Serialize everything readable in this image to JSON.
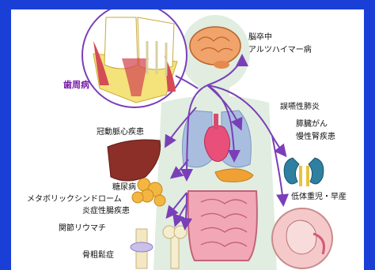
{
  "labels": {
    "periodontal": "歯周病",
    "brain1": "脳卒中",
    "brain2": "アルツハイマー病",
    "lung1": "誤嚥性肺炎",
    "lung2": "膵臓がん",
    "kidney": "慢性腎疾患",
    "heart": "冠動脈心疾患",
    "diab1": "糖尿病",
    "diab2": "メタボリックシンドローム",
    "diab3": "炎症性腸疾患",
    "joint": "関節リウマチ",
    "bone": "骨粗鬆症",
    "preg": "低体重児・早産"
  },
  "colors": {
    "frame": "#1a3fd6",
    "arrow": "#7a3fb8",
    "body": "#e0ede0"
  }
}
